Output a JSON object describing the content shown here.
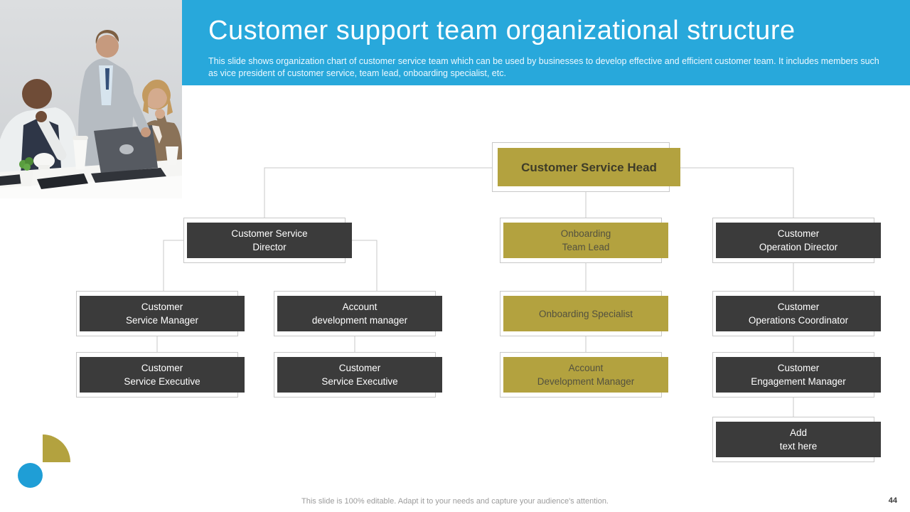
{
  "slide": {
    "title": "Customer support team organizational structure",
    "subtitle": "This slide shows organization chart of customer service team which can be used by businesses to develop effective and efficient customer team. It includes members such as vice president of customer service, team lead, onboarding specialist, etc.",
    "footer_note": "This slide is 100% editable. Adapt it to your needs and capture your audience's attention.",
    "page_number": "44"
  },
  "colors": {
    "header_blue": "#28a8db",
    "accent_olive": "#b3a23f",
    "box_dark": "#3b3b3b",
    "outline_gray": "#c8c8c8",
    "connector_gray": "#c8c8c8",
    "circle_blue": "#1f9ed6"
  },
  "photo": {
    "alt": "Three colleagues collaborating around a laptop at a white office desk"
  },
  "org_chart": {
    "nodes": [
      {
        "id": "customer-service-head",
        "label": "Customer Service Head",
        "variant": "olive-head"
      },
      {
        "id": "customer-service-director",
        "label": "Customer Service\nDirector",
        "variant": "dark"
      },
      {
        "id": "onboarding-team-lead",
        "label": "Onboarding\nTeam Lead",
        "variant": "olive"
      },
      {
        "id": "customer-operation-director",
        "label": "Customer\nOperation Director",
        "variant": "dark"
      },
      {
        "id": "customer-service-manager",
        "label": "Customer\nService Manager",
        "variant": "dark"
      },
      {
        "id": "account-development-manager-left",
        "label": "Account\ndevelopment manager",
        "variant": "dark"
      },
      {
        "id": "onboarding-specialist",
        "label": "Onboarding Specialist",
        "variant": "olive"
      },
      {
        "id": "customer-operations-coordinator",
        "label": "Customer\nOperations Coordinator",
        "variant": "dark"
      },
      {
        "id": "customer-service-executive-1",
        "label": "Customer\nService Executive",
        "variant": "dark"
      },
      {
        "id": "customer-service-executive-2",
        "label": "Customer\nService Executive",
        "variant": "dark"
      },
      {
        "id": "account-development-manager-mid",
        "label": "Account\nDevelopment Manager",
        "variant": "olive"
      },
      {
        "id": "customer-engagement-manager",
        "label": "Customer\nEngagement Manager",
        "variant": "dark"
      },
      {
        "id": "add-text-here",
        "label": "Add\ntext here",
        "variant": "dark"
      }
    ]
  }
}
